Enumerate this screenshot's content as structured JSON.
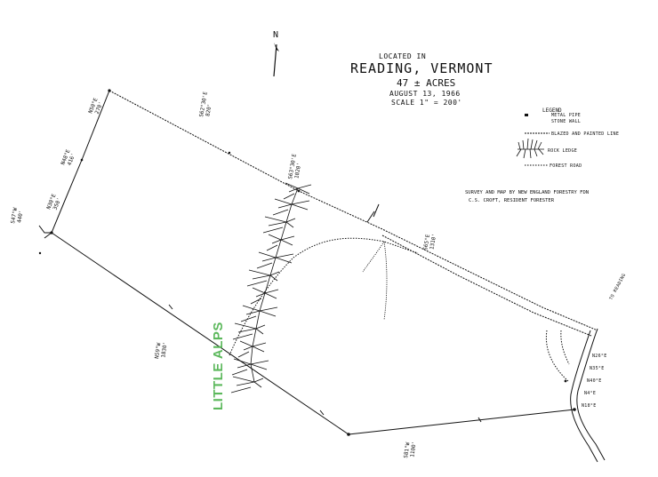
{
  "title": {
    "located_in": "LOCATED IN",
    "place": "READING, VERMONT",
    "acres": "47 ± ACRES",
    "date": "AUGUST 13, 1966",
    "scale": "SCALE 1\" = 200'"
  },
  "north_label": "N",
  "overlay": {
    "label": "LITTLE ALPS",
    "color": "#5cb85c"
  },
  "legend": {
    "title": "LEGEND",
    "items": [
      {
        "symbol": "pipe",
        "label": "METAL PIPE\nSTONE WALL"
      },
      {
        "symbol": "line",
        "label": "BLAZED AND PAINTED LINE"
      },
      {
        "symbol": "ledge",
        "label": "ROCK LEDGE"
      },
      {
        "symbol": "road",
        "label": "FOREST ROAD"
      }
    ]
  },
  "surveyor": {
    "line1": "SURVEY AND MAP BY NEW ENGLAND FORESTRY FDN",
    "line2": "C.S. CROFT, RESIDENT FORESTER"
  },
  "bearings": {
    "b_north_top": "N50°E\n270'",
    "b_north_mid": "N48°E\n416'",
    "b_north_low": "N30°E\n350'",
    "b_west_side": "S47°W\n440'",
    "b_east_top": "S63°30'E\n1020'",
    "b_east_mid": "S65°E\n1310'",
    "b_southwest": "N59°W\n1830'",
    "b_south": "S81°W\n1100'",
    "b_top_right": "S62°30'E\n820'",
    "road_label": "TO READING"
  },
  "road_notes": [
    "N26°E",
    "N35°E",
    "N40°E",
    "N4°E",
    "N18°E"
  ]
}
